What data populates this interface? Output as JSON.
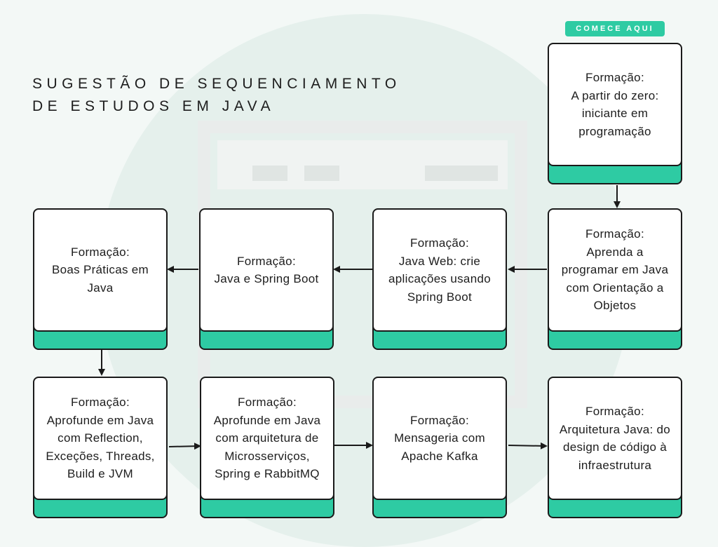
{
  "title_lines": [
    "SUGESTÃO DE SEQUENCIAMENTO",
    "DE ESTUDOS EM JAVA"
  ],
  "start_badge": "COMECE AQUI",
  "colors": {
    "accent": "#2ecba3",
    "border": "#1a1a1a",
    "card": "#ffffff"
  },
  "cards": [
    {
      "id": "zero",
      "lines": [
        "Formação:",
        "A partir do zero:",
        "iniciante em",
        "programação"
      ]
    },
    {
      "id": "oo",
      "lines": [
        "Formação:",
        "Aprenda a",
        "programar em Java",
        "com Orientação a",
        "Objetos"
      ]
    },
    {
      "id": "web",
      "lines": [
        "Formação:",
        "Java Web: crie",
        "aplicações usando",
        "Spring Boot"
      ]
    },
    {
      "id": "spring",
      "lines": [
        "Formação:",
        "Java e Spring Boot"
      ]
    },
    {
      "id": "boas",
      "lines": [
        "Formação:",
        "Boas Práticas em",
        "Java"
      ]
    },
    {
      "id": "reflection",
      "lines": [
        "Formação:",
        "Aprofunde em Java",
        "com Reflection,",
        "Exceções, Threads,",
        "Build e JVM"
      ]
    },
    {
      "id": "micro",
      "lines": [
        "Formação:",
        "Aprofunde em Java",
        "com arquitetura de",
        "Microsserviços,",
        "Spring e RabbitMQ"
      ]
    },
    {
      "id": "kafka",
      "lines": [
        "Formação:",
        "Mensageria com",
        "Apache Kafka"
      ]
    },
    {
      "id": "arq",
      "lines": [
        "Formação:",
        "Arquitetura Java: do",
        "design de código à",
        "infraestrutura"
      ]
    }
  ]
}
